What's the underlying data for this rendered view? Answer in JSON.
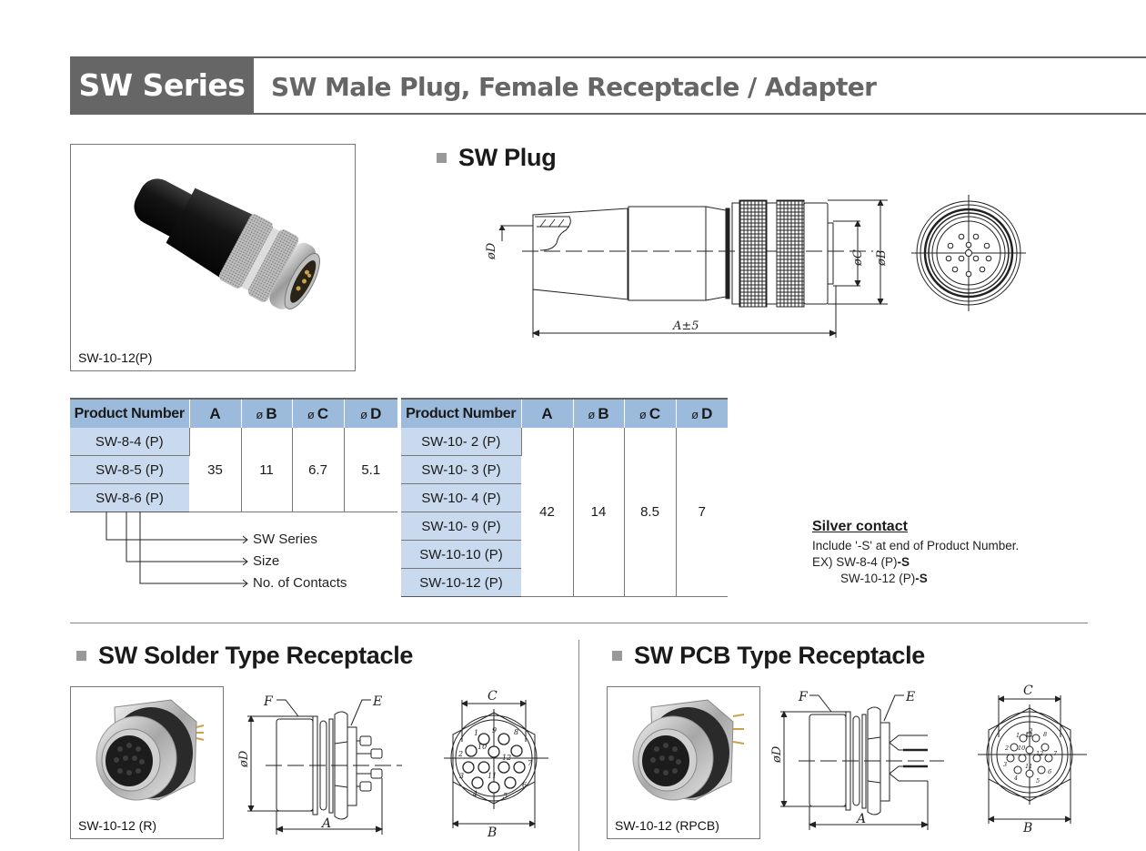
{
  "header": {
    "series_label": "SW Series",
    "title": "SW Male Plug, Female Receptacle / Adapter"
  },
  "plug_section": {
    "title": "SW Plug",
    "photo_caption": "SW-10-12(P)",
    "drawing_labels": {
      "diameter_d": "øD",
      "diameter_c": "øC",
      "diameter_b": "øB",
      "length_a": "A±5"
    }
  },
  "table_size8": {
    "headers": [
      "Product Number",
      "A",
      "B",
      "C",
      "D"
    ],
    "diameter_symbol": "ø",
    "rows": [
      "SW-8-4 (P)",
      "SW-8-5 (P)",
      "SW-8-6 (P)"
    ],
    "values": {
      "A": "35",
      "B": "11",
      "C": "6.7",
      "D": "5.1"
    }
  },
  "table_size10": {
    "headers": [
      "Product Number",
      "A",
      "B",
      "C",
      "D"
    ],
    "diameter_symbol": "ø",
    "rows": [
      "SW-10- 2 (P)",
      "SW-10- 3 (P)",
      "SW-10- 4 (P)",
      "SW-10- 9 (P)",
      "SW-10-10 (P)",
      "SW-10-12 (P)"
    ],
    "values": {
      "A": "42",
      "B": "14",
      "C": "8.5",
      "D": "7"
    }
  },
  "part_number_legend": {
    "items": [
      "SW Series",
      "Size",
      "No. of Contacts"
    ]
  },
  "silver_contact": {
    "title": "Silver contact",
    "line1": "Include '-S' at end of Product Number.",
    "line2_prefix": "EX) SW-8-4 (P)",
    "line2_suffix": "-S",
    "line3_prefix": "SW-10-12 (P)",
    "line3_suffix": "-S"
  },
  "solder_section": {
    "title": "SW Solder Type Receptacle",
    "photo_caption": "SW-10-12 (R)",
    "drawing_labels": {
      "f": "F",
      "e": "E",
      "d": "øD",
      "a": "A",
      "c": "C",
      "b": "B"
    },
    "pin_numbers": [
      "1",
      "2",
      "3",
      "4",
      "5",
      "6",
      "7",
      "8",
      "9",
      "10",
      "11",
      "12"
    ]
  },
  "pcb_section": {
    "title": "SW PCB Type Receptacle",
    "photo_caption": "SW-10-12 (RPCB)",
    "drawing_labels": {
      "f": "F",
      "e": "E",
      "d": "øD",
      "a": "A",
      "c": "C",
      "b": "B"
    },
    "pin_numbers": [
      "1",
      "2",
      "3",
      "4",
      "5",
      "6",
      "7",
      "8",
      "9",
      "10",
      "11",
      "12"
    ]
  },
  "colors": {
    "header_band": "#666666",
    "table_header": "#9bbadc",
    "table_pn_cell": "#c9daef"
  }
}
